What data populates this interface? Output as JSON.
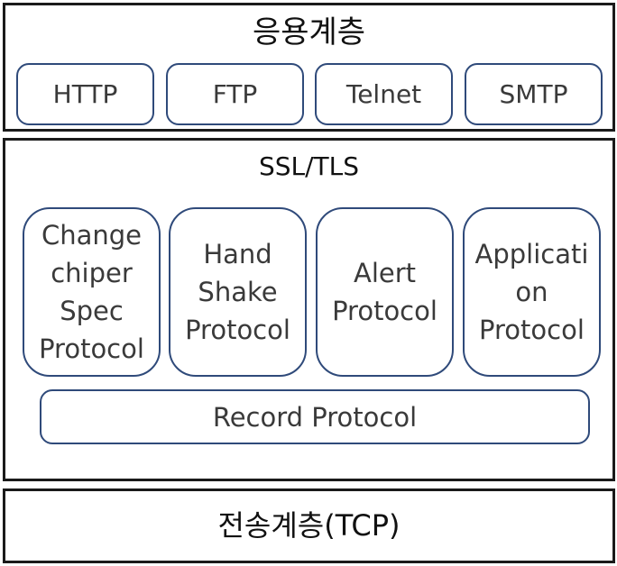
{
  "application_layer": {
    "title": "응용계층",
    "protocols": [
      "HTTP",
      "FTP",
      "Telnet",
      "SMTP"
    ]
  },
  "security_layer": {
    "title": "SSL/TLS",
    "protocols": [
      "Change\nchiper\nSpec\nProtocol",
      "Hand\nShake\nProtocol",
      "Alert\nProtocol",
      "Applicati\non\nProtocol"
    ],
    "record": "Record Protocol"
  },
  "transport_layer": {
    "title": "전송계층(TCP)"
  },
  "colors": {
    "layer_border": "#1a1a1a",
    "pill_border": "#2f4a7a",
    "text": "#333333"
  }
}
